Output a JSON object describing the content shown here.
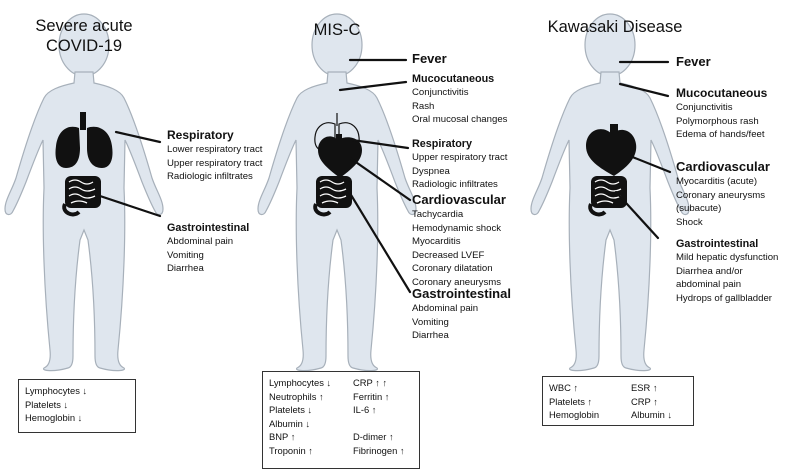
{
  "columns": [
    {
      "title": [
        "Severe acute",
        "COVID-19"
      ],
      "sections": [
        {
          "header": "Respiratory",
          "items": [
            "Lower respiratory tract",
            "Upper respiratory tract",
            "Radiologic infiltrates"
          ]
        },
        {
          "header": "Gastrointestinal",
          "items": [
            "Abdominal pain",
            "Vomiting",
            "Diarrhea"
          ]
        }
      ],
      "labs": [
        [
          "Lymphocytes ↓",
          "Platelets ↓",
          "Hemoglobin ↓"
        ]
      ]
    },
    {
      "title": [
        "MIS-C"
      ],
      "sections": [
        {
          "header": "Fever",
          "items": []
        },
        {
          "header": "Mucocutaneous",
          "items": [
            "Conjunctivitis",
            "Rash",
            "Oral mucosal changes"
          ]
        },
        {
          "header": "Respiratory",
          "items": [
            "Upper respiratory tract",
            "Dyspnea",
            "Radiologic infiltrates"
          ]
        },
        {
          "header": "Cardiovascular",
          "items": [
            "Tachycardia",
            "Hemodynamic shock",
            "Myocarditis",
            "Decreased LVEF",
            "Coronary dilatation",
            "Coronary aneurysms"
          ]
        },
        {
          "header": "Gastrointestinal",
          "items": [
            "Abdominal pain",
            "Vomiting",
            "Diarrhea"
          ]
        }
      ],
      "labs": [
        [
          "Lymphocytes ↓",
          "Neutrophils ↑",
          "Platelets ↓",
          "Albumin ↓",
          "BNP ↑",
          "Troponin ↑"
        ],
        [
          "CRP ↑ ↑",
          "Ferritin ↑",
          "IL-6 ↑",
          "",
          "D-dimer ↑",
          "Fibrinogen ↑"
        ]
      ]
    },
    {
      "title": [
        "Kawasaki Disease"
      ],
      "sections": [
        {
          "header": "Fever",
          "items": []
        },
        {
          "header": "Mucocutaneous",
          "items": [
            "Conjunctivitis",
            "Polymorphous rash",
            "Edema of hands/feet"
          ]
        },
        {
          "header": "Cardiovascular",
          "items": [
            "Myocarditis (acute)",
            "Coronary aneurysms",
            "(subacute)",
            "Shock"
          ]
        },
        {
          "header": "Gastrointestinal",
          "items": [
            "Mild hepatic dysfunction",
            "Diarrhea and/or",
            "abdominal pain",
            "Hydrops of gallbladder"
          ]
        }
      ],
      "labs": [
        [
          "WBC ↑",
          "Platelets ↑",
          "Hemoglobin"
        ],
        [
          "ESR ↑",
          "CRP ↑",
          "Albumin ↓"
        ]
      ]
    }
  ],
  "colors": {
    "body_fill": "#dfe6ee",
    "body_stroke": "#a7b0ba",
    "organ": "#111111",
    "line": "#111111"
  },
  "icons": [
    "child-silhouette",
    "lungs-icon",
    "heart-icon",
    "intestines-icon"
  ]
}
